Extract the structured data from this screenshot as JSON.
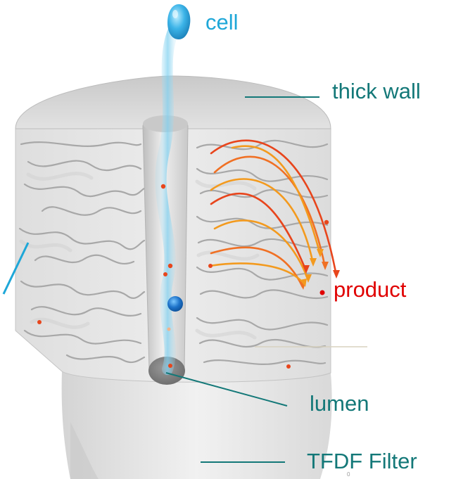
{
  "labels": {
    "cell": "cell",
    "thick_wall": "thick wall",
    "product": "product",
    "lumen": "lumen",
    "filter": "TFDF Filter",
    "page_number": "0"
  },
  "colors": {
    "cell_label": "#1ea7d8",
    "teal_label": "#137878",
    "product_label": "#e00000",
    "cell_particle": "#1f8fd6",
    "product_particle": "#e8461c",
    "flow_orange": "#f39a1e",
    "flow_red": "#e8451c",
    "filter_body": "#e6e6e6"
  },
  "icons": {
    "cell": "blue-cell-droplet",
    "product": "red-product-dot"
  }
}
